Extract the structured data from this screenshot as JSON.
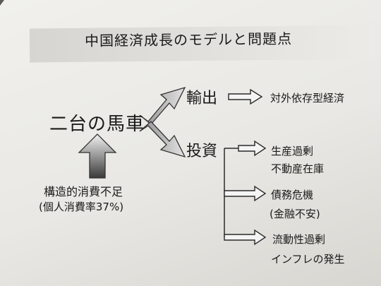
{
  "title": "中国経済成長のモデルと問題点",
  "center": "二台の馬車",
  "cause": {
    "label": "構造的消費不足",
    "sub": "(個人消費率37%)"
  },
  "export": {
    "label": "輸出",
    "result": "対外依存型経済"
  },
  "investment": {
    "label": "投資",
    "results": [
      {
        "line1": "生産過剰",
        "line2": "不動産在庫"
      },
      {
        "line1": "債務危機",
        "line2": "(金融不安)"
      },
      {
        "line1": "流動性過剰",
        "line2": "インフレの発生"
      }
    ]
  }
}
